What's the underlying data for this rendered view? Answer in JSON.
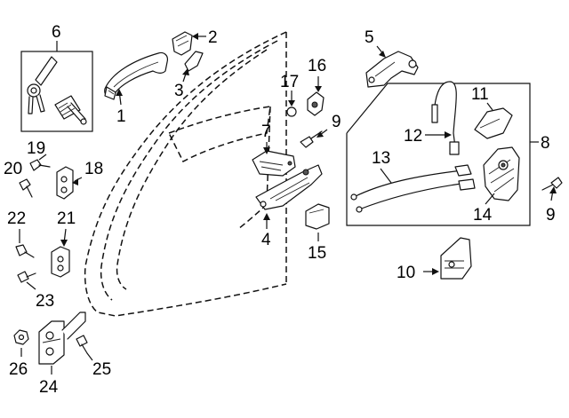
{
  "callouts": {
    "c1": "1",
    "c2": "2",
    "c3": "3",
    "c4": "4",
    "c5": "5",
    "c6": "6",
    "c7": "7",
    "c8": "8",
    "c9a": "9",
    "c9b": "9",
    "c10": "10",
    "c11": "11",
    "c12": "12",
    "c13": "13",
    "c14": "14",
    "c15": "15",
    "c16": "16",
    "c17": "17",
    "c18": "18",
    "c19": "19",
    "c20": "20",
    "c21": "21",
    "c22": "22",
    "c23": "23",
    "c24": "24",
    "c25": "25",
    "c26": "26"
  },
  "colors": {
    "line": "#111111",
    "background": "#ffffff"
  }
}
